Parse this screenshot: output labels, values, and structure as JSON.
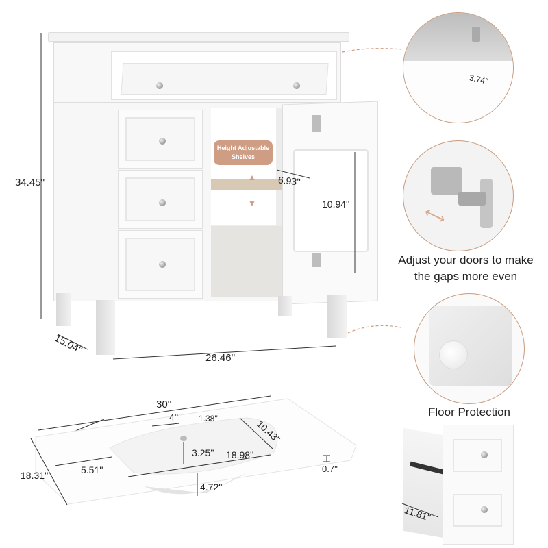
{
  "product": "Bathroom vanity with sink - dimensions infographic",
  "colors": {
    "accent": "#cf9d83",
    "circle_border": "#c89a7e",
    "text": "#222222",
    "background": "#ffffff"
  },
  "cabinet": {
    "height": "34.45''",
    "depth": "15.04''",
    "width": "26.46''",
    "door_rack_width": "6.93''",
    "door_rack_height": "10.94''",
    "shelf_label": "Height Adjustable Shelves",
    "shelf_label_line1": "Height Adjustable",
    "shelf_label_line2": "Shelves"
  },
  "callouts": [
    {
      "id": "tilt-drawer",
      "dimension": "3.74''"
    },
    {
      "id": "hinge",
      "caption_line1": "Adjust your doors to make",
      "caption_line2": "the gaps more even"
    },
    {
      "id": "floor-pad",
      "caption": "Floor Protection"
    }
  ],
  "sink": {
    "length": "30''",
    "depth": "18.31''",
    "faucet_spacing": "4''",
    "faucet_hole": "1.38''",
    "basin_width": "18.98''",
    "basin_depth": "10.43''",
    "drain_offset": "3.25''",
    "side_margin": "5.51''",
    "rim_thickness": "0.7''",
    "bowl_depth": "4.72''"
  },
  "drawer_detail": {
    "depth": "11.81''"
  }
}
